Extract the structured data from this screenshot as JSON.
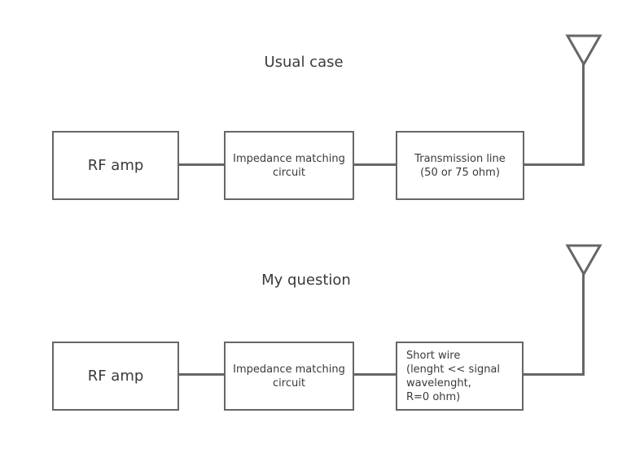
{
  "colors": {
    "stroke": "#666666",
    "text": "#3a3a3a",
    "background": "#ffffff"
  },
  "diagrams": {
    "usual": {
      "title": "Usual case",
      "boxes": {
        "rf_amp": {
          "lines": [
            "RF amp"
          ]
        },
        "impedance": {
          "lines": [
            "Impedance matching",
            "circuit"
          ]
        },
        "transmission": {
          "lines": [
            "Transmission line",
            "(50 or 75 ohm)"
          ]
        }
      },
      "antenna": "antenna"
    },
    "question": {
      "title": "My question",
      "boxes": {
        "rf_amp": {
          "lines": [
            "RF amp"
          ]
        },
        "impedance": {
          "lines": [
            "Impedance matching",
            "circuit"
          ]
        },
        "short_wire": {
          "lines": [
            "Short wire",
            "(lenght << signal",
            "wavelenght,",
            "R=0 ohm)"
          ]
        }
      },
      "antenna": "antenna"
    }
  }
}
